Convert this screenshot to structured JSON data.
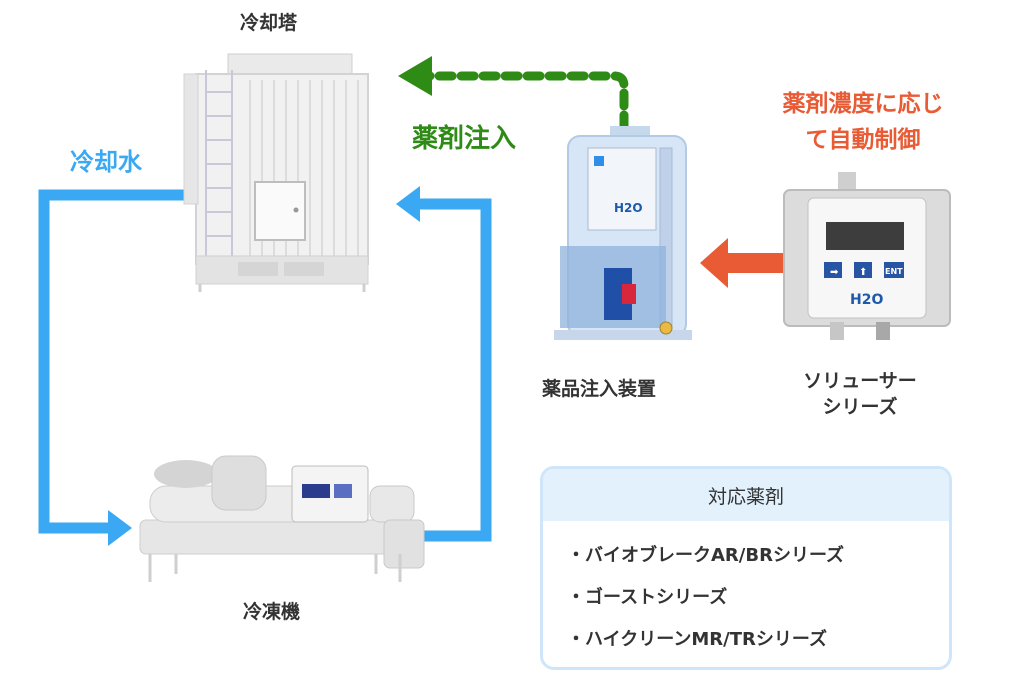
{
  "labels": {
    "cooling_tower": "冷却塔",
    "cooling_water": "冷却水",
    "chemical_injection": "薬剤注入",
    "auto_control": "薬剤濃度に応じて自動制御",
    "injection_device": "薬品注入装置",
    "solution_series": "ソリューサーシリーズ",
    "chiller": "冷凍機"
  },
  "compatible_chemicals": {
    "heading": "対応薬剤",
    "items": [
      "・バイオブレークAR/BRシリーズ",
      "・ゴーストシリーズ",
      "・ハイクリーンMR/TRシリーズ"
    ]
  },
  "controller": {
    "buttons": [
      "➡",
      "⬆",
      "ENT"
    ],
    "logo": "H2O"
  },
  "device_logo": "H2O",
  "colors": {
    "water_pipe": "#3aa8f2",
    "injection": "#2e8b16",
    "control": "#e85b34",
    "box_border": "#cfe6fa"
  }
}
